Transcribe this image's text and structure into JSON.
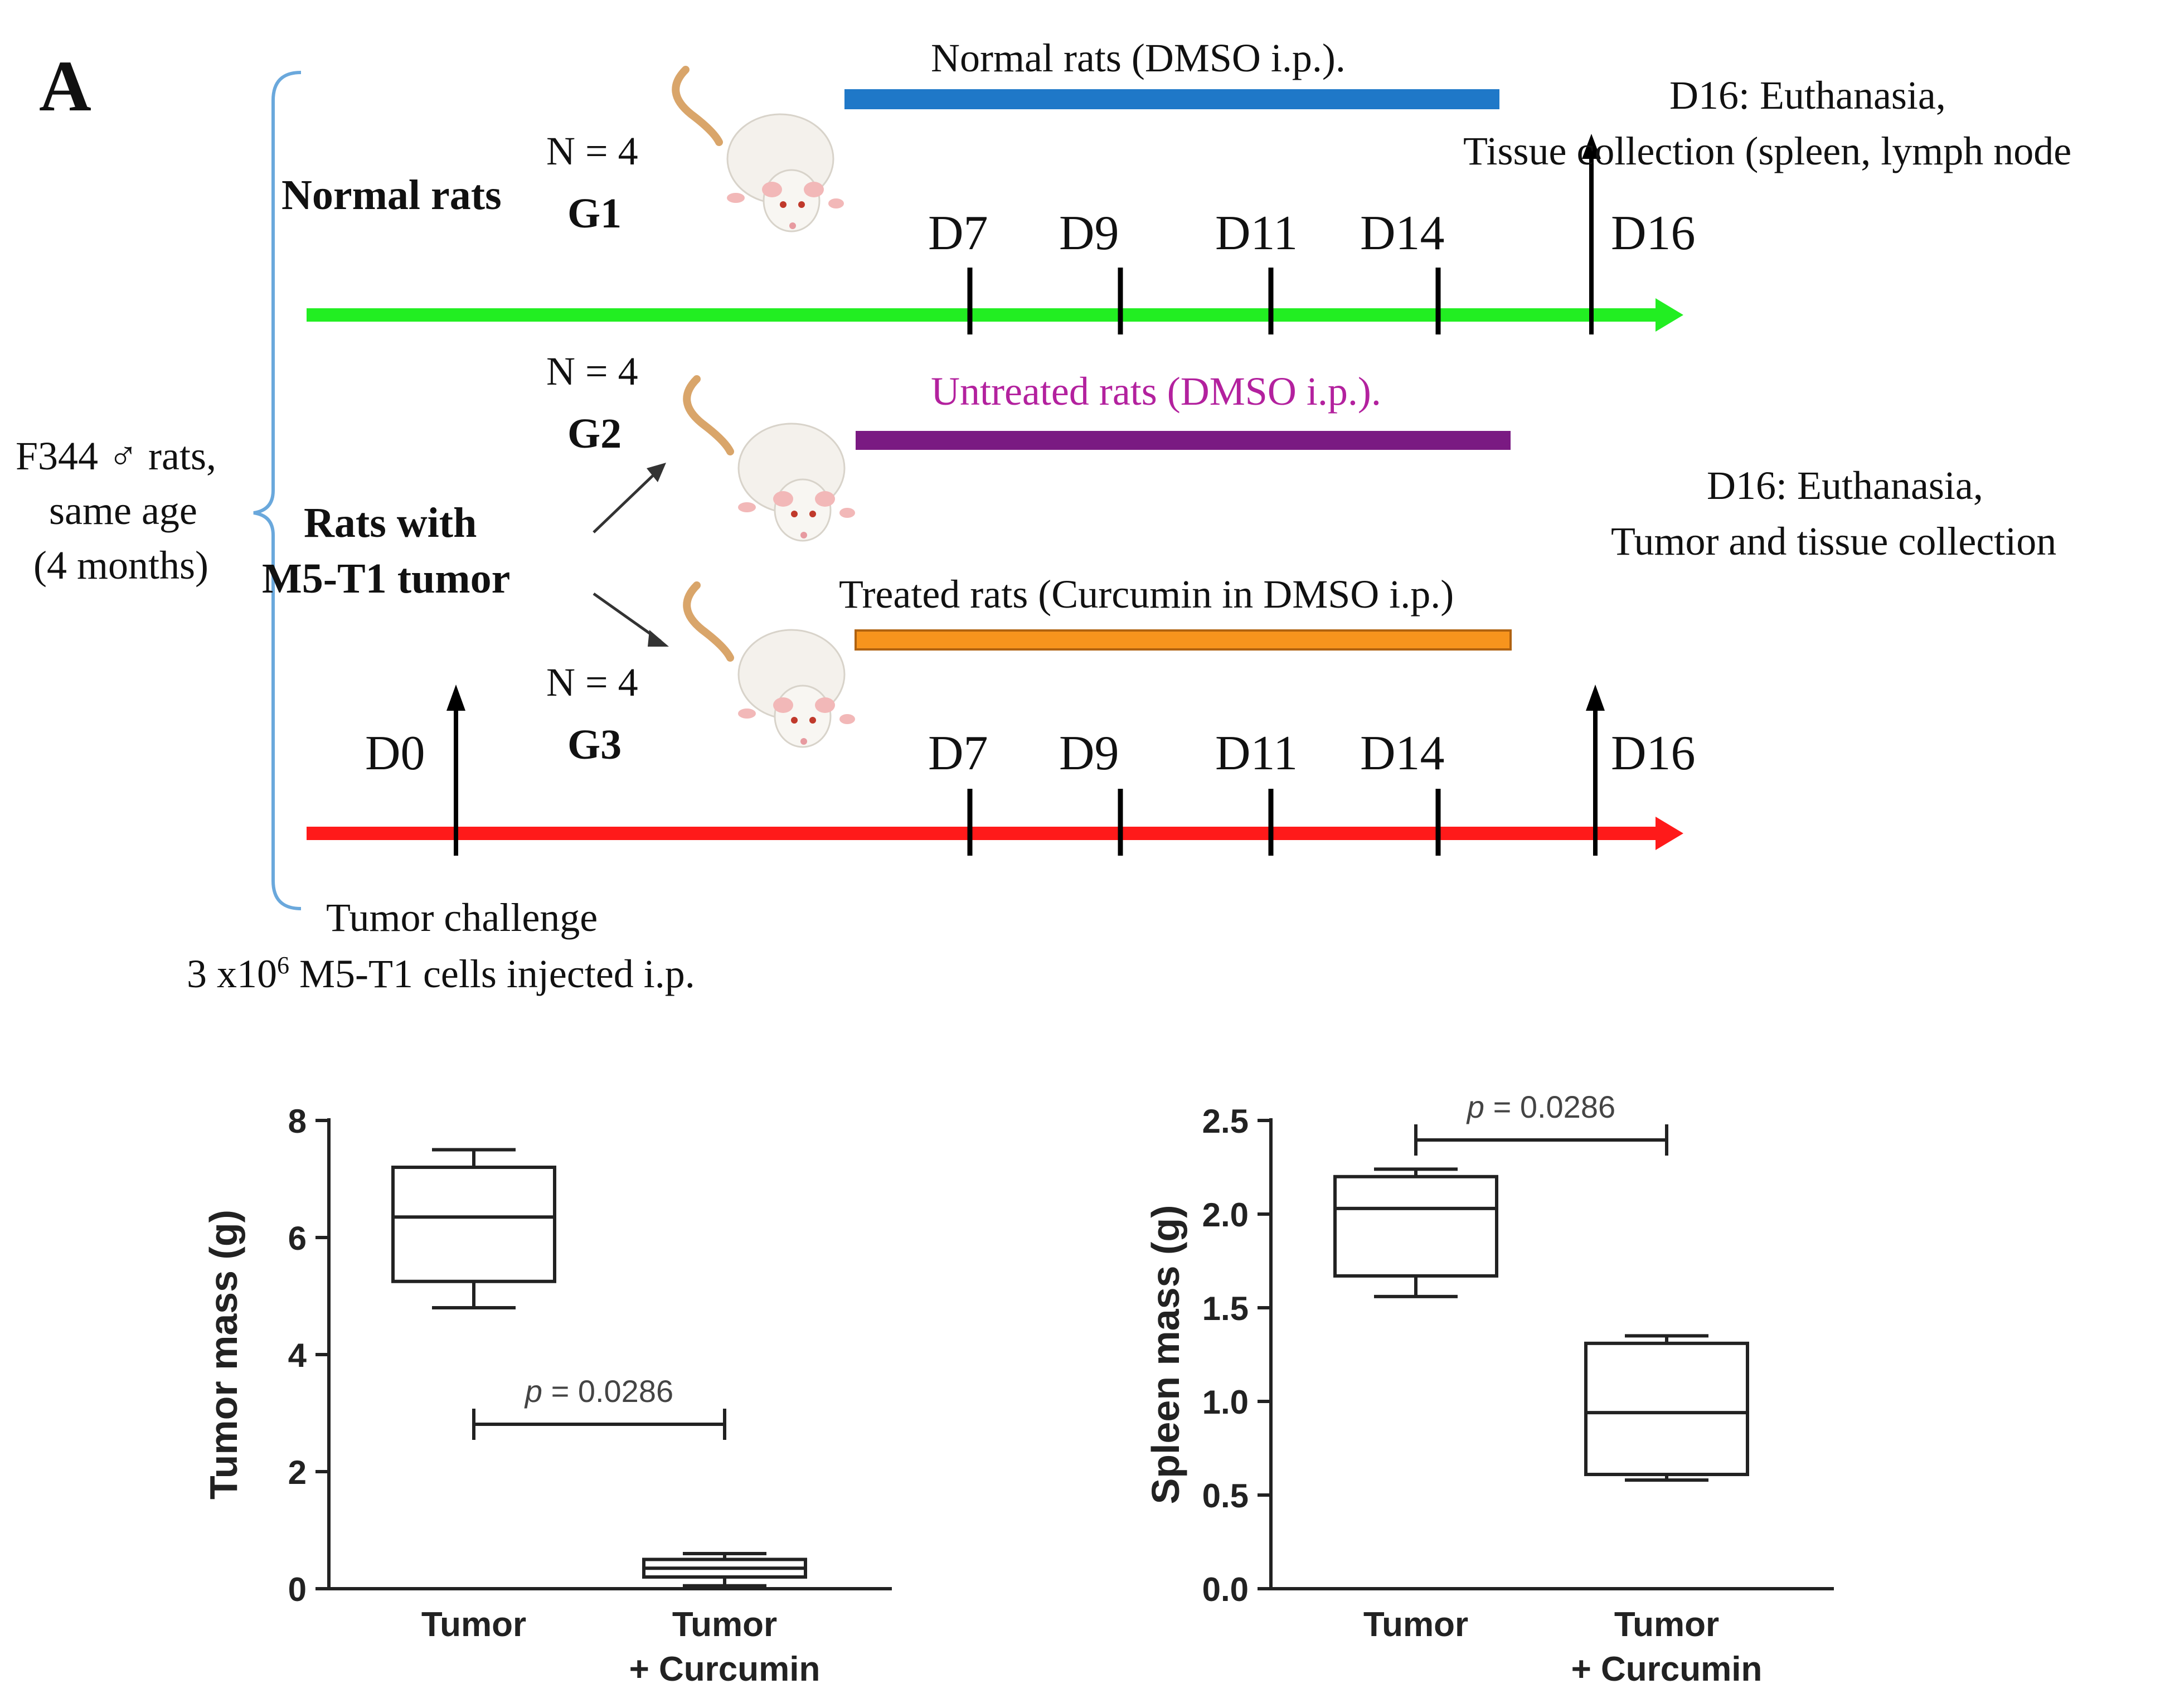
{
  "panel_label": "A",
  "diagram": {
    "cohort": [
      "F344 ♂ rats,",
      "same age",
      "(4 months)"
    ],
    "normal_group_label": "Normal rats",
    "tumor_group_label": [
      "Rats with",
      "M5-T1 tumor"
    ],
    "groups": [
      {
        "id": "G1",
        "n": "N = 4",
        "bar_label": "Normal rats (DMSO i.p.).",
        "bar_color": "#1f78c8",
        "label_color": "#111111"
      },
      {
        "id": "G2",
        "n": "N = 4",
        "bar_label": "Untreated rats (DMSO i.p.).",
        "bar_color": "#7a1a82",
        "label_color": "#b3219e"
      },
      {
        "id": "G3",
        "n": "N = 4",
        "bar_label": "Treated rats (Curcumin in DMSO i.p.)",
        "bar_color": "#f7941d",
        "label_color": "#111111"
      }
    ],
    "timepoints": [
      "D7",
      "D9",
      "D11",
      "D14"
    ],
    "start_label": "D0",
    "end_label": "D16",
    "endpoint_normal": [
      "D16: Euthanasia,",
      "Tissue collection (spleen, lymph node"
    ],
    "endpoint_tumor": [
      "D16: Euthanasia,",
      "Tumor and tissue collection"
    ],
    "challenge": {
      "line1": "Tumor challenge",
      "line2_prefix": "3 x10",
      "line2_sup": "6",
      "line2_suffix": " M5-T1 cells injected i.p."
    },
    "colors": {
      "normal_timeline": "#22ee22",
      "tumor_timeline": "#ff1a1a",
      "bracket": "#6aa8dc"
    }
  },
  "chart_data": [
    {
      "type": "box",
      "ylabel": "Tumor mass (g)",
      "categories": [
        "Tumor",
        "+ Curcumin"
      ],
      "category_lines": [
        [
          "Tumor"
        ],
        [
          "Tumor",
          "+ Curcumin"
        ]
      ],
      "ylim": [
        0,
        8
      ],
      "yticks": [
        "0",
        "2",
        "4",
        "6",
        "8"
      ],
      "boxes": [
        {
          "min": 4.8,
          "q1": 5.25,
          "median": 6.35,
          "q3": 7.2,
          "max": 7.5
        },
        {
          "min": 0.05,
          "q1": 0.2,
          "median": 0.35,
          "q3": 0.5,
          "max": 0.6
        }
      ],
      "significance": {
        "p_symbol": "p",
        "p_text": " = 0.0286"
      }
    },
    {
      "type": "box",
      "ylabel": "Spleen mass (g)",
      "categories": [
        "Tumor",
        "+ Curcumin"
      ],
      "category_lines": [
        [
          "Tumor"
        ],
        [
          "Tumor",
          "+ Curcumin"
        ]
      ],
      "ylim": [
        0,
        2.5
      ],
      "yticks": [
        "0.0",
        "0.5",
        "1.0",
        "1.5",
        "2.0",
        "2.5"
      ],
      "boxes": [
        {
          "min": 1.56,
          "q1": 1.67,
          "median": 2.03,
          "q3": 2.2,
          "max": 2.24
        },
        {
          "min": 0.58,
          "q1": 0.61,
          "median": 0.94,
          "q3": 1.31,
          "max": 1.35
        }
      ],
      "significance": {
        "p_symbol": "p",
        "p_text": " = 0.0286"
      }
    }
  ]
}
